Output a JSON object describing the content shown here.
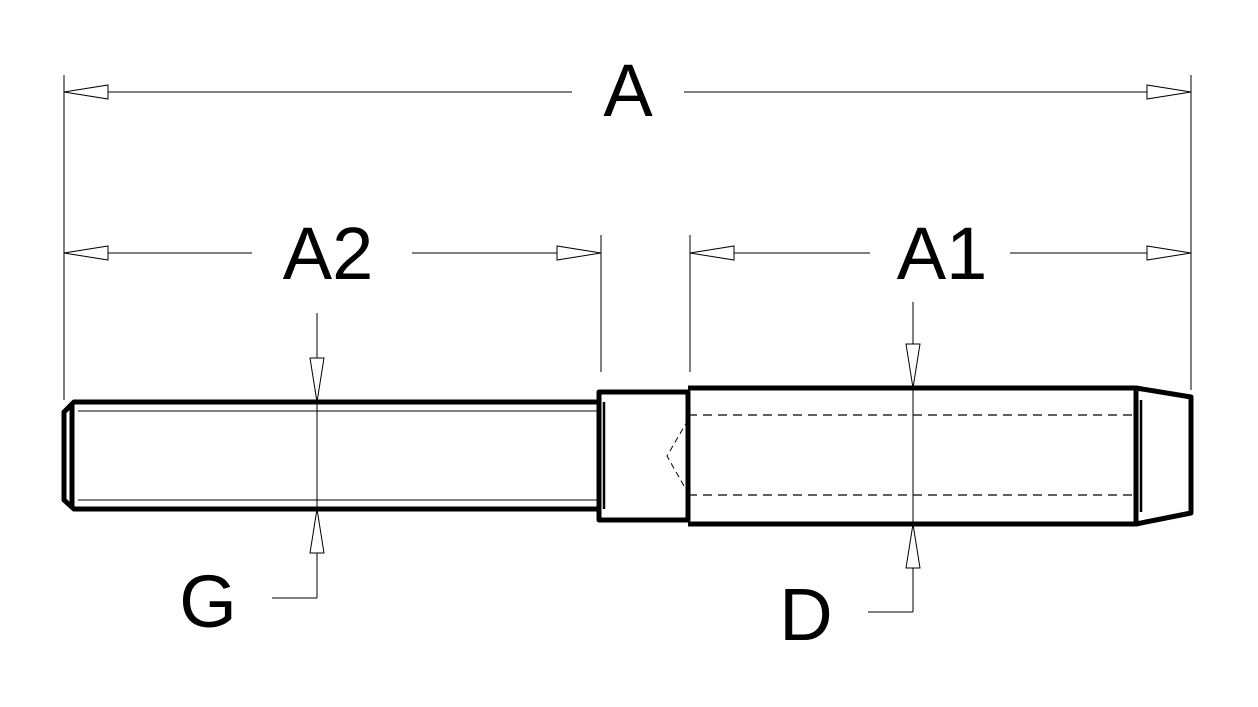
{
  "dimensions": {
    "overall_length": {
      "label": "A"
    },
    "threaded_length": {
      "label": "A2"
    },
    "body_length": {
      "label": "A1"
    },
    "thread_diameter": {
      "label": "G"
    },
    "body_diameter": {
      "label": "D"
    }
  }
}
